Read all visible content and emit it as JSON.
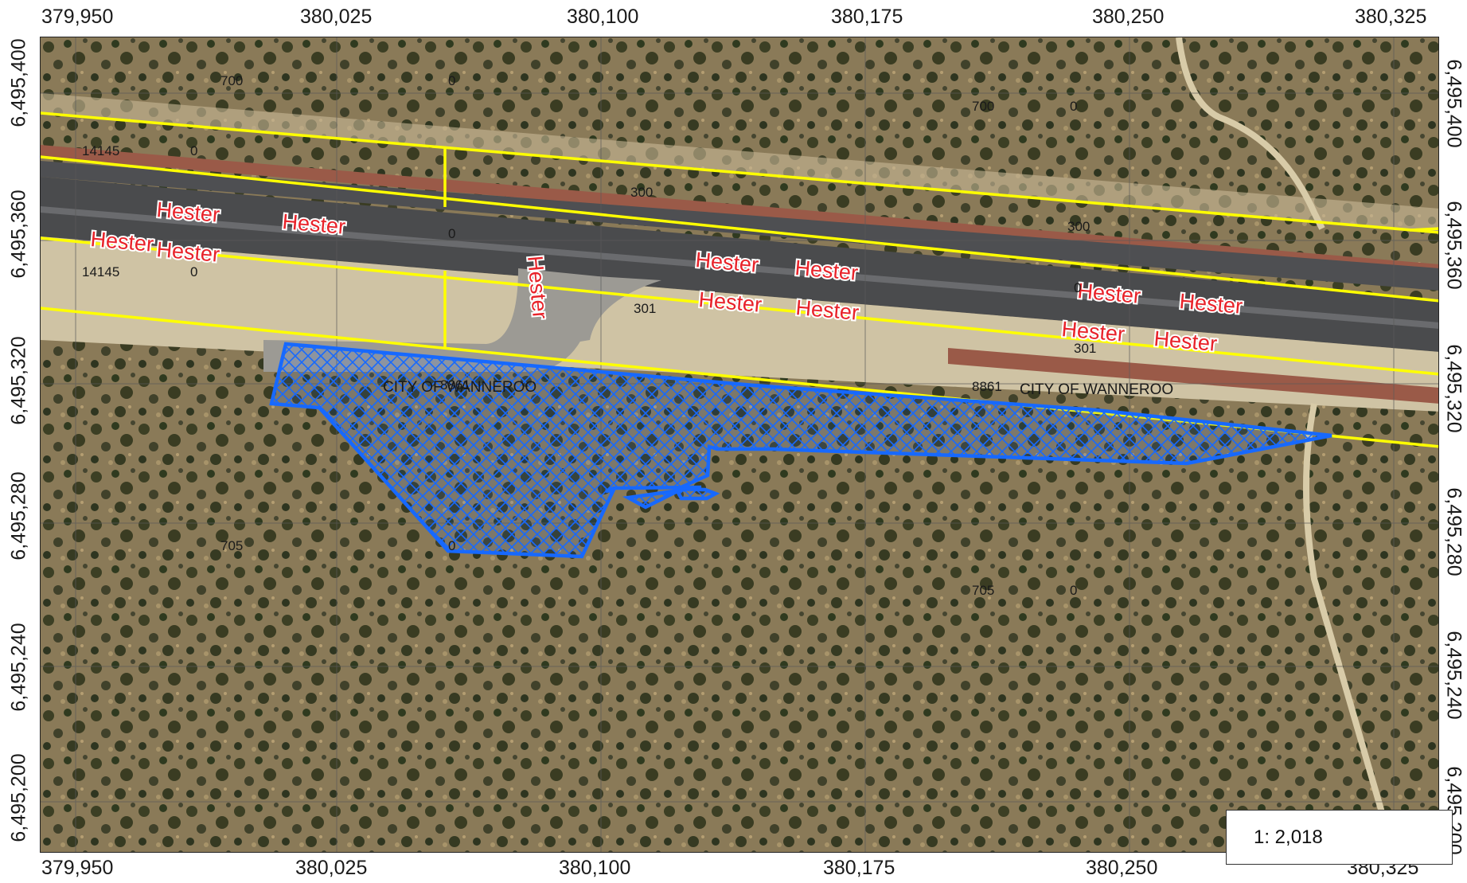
{
  "axes": {
    "x_ticks": [
      "379,950",
      "380,025",
      "380,100",
      "380,175",
      "380,250",
      "380,325"
    ],
    "y_ticks": [
      "6,495,400",
      "6,495,360",
      "6,495,320",
      "6,495,280",
      "6,495,240",
      "6,495,200"
    ]
  },
  "scale": {
    "label": "1: 2,018"
  },
  "labels": {
    "road_name": "Hester",
    "council": "CITY OF WANNEROO",
    "lot_ref": "8861",
    "codes": [
      "700",
      "0",
      "14145",
      "300",
      "301",
      "705"
    ]
  },
  "colors": {
    "cadastre": "#ffff00",
    "highlight": "#1769ff",
    "road_label": "#e8232a",
    "vegetation": "#4a4a2c",
    "road": "#4a4b4d"
  },
  "legend_icons": [
    "aerial-imagery",
    "crosshatch-polygon"
  ]
}
